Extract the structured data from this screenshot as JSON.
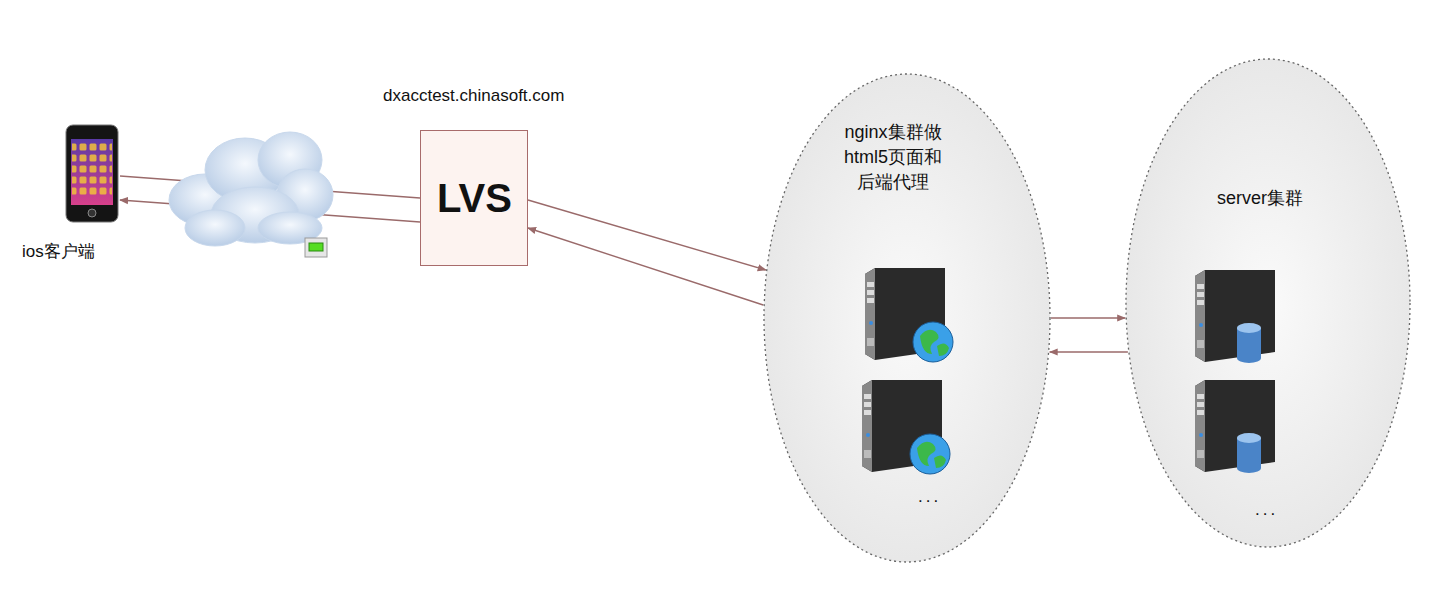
{
  "diagram": {
    "nodes": [
      {
        "text": [
          "ios客户端"
        ]
      },
      {
        "text": [
          "dxacctest.chinasoft.com",
          "LVS"
        ]
      },
      {
        "text": [
          "nginx集群做html5页面和后端代理"
        ]
      },
      {
        "text": [
          "server集群"
        ]
      }
    ],
    "edges": [
      {
        "from": 0,
        "to": 1,
        "arrow": "none"
      },
      {
        "from": 1,
        "to": 0,
        "arrow": "to"
      },
      {
        "from": 1,
        "to": 2,
        "arrow": "to"
      },
      {
        "from": 2,
        "to": 1,
        "arrow": "to"
      },
      {
        "from": 2,
        "to": 3,
        "arrow": "to"
      },
      {
        "from": 3,
        "to": 2,
        "arrow": "to"
      }
    ],
    "labels": [
      "...",
      "..."
    ]
  }
}
